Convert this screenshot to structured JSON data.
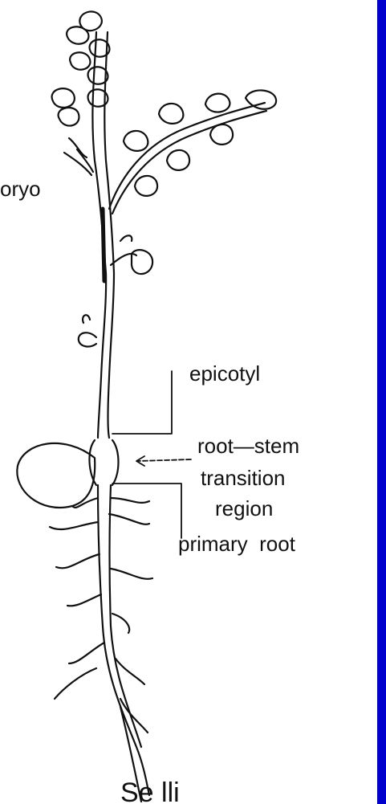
{
  "labels": {
    "embryo": "oryo",
    "epicotyl": "epicotyl",
    "root_stem": "root—stem",
    "transition": "transition",
    "region": "region",
    "primary_root": "primary  root",
    "bottom_partial": "Se  lli"
  },
  "colors": {
    "ink": "#111111",
    "frame": "#0000cc",
    "background": "#ffffff"
  }
}
